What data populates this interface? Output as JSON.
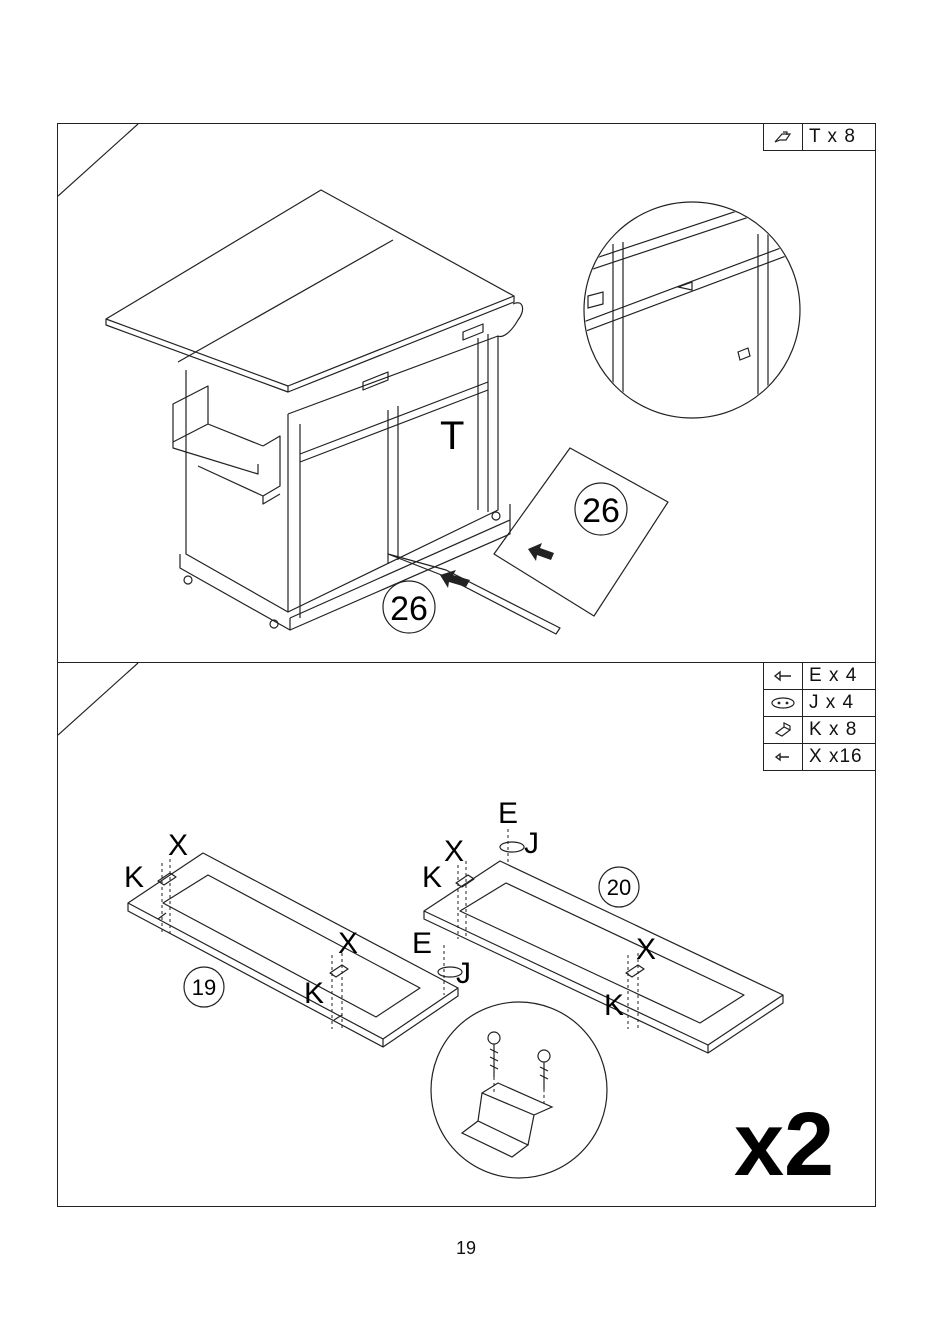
{
  "panel1": {
    "legend": [
      {
        "icon": "cam-lock-icon",
        "text": "T x 8"
      }
    ],
    "labels": {
      "part_letter": "T",
      "part_number_a": "26",
      "part_number_b": "26"
    }
  },
  "panel2": {
    "legend": [
      {
        "icon": "screw-icon",
        "text": "E x 4"
      },
      {
        "icon": "plate-icon",
        "text": "J x 4"
      },
      {
        "icon": "hinge-icon",
        "text": "K x 8"
      },
      {
        "icon": "screw-small-icon",
        "text": "X x16"
      }
    ],
    "labels": {
      "x1": "X",
      "k1": "K",
      "x2": "X",
      "k2": "K",
      "num19": "19",
      "e1": "E",
      "j1": "J",
      "x3": "X",
      "k3": "K",
      "num20": "20",
      "e2": "E",
      "j2": "J",
      "x4": "X",
      "k4": "K"
    },
    "multiplier": "x2"
  },
  "page_number": "19"
}
